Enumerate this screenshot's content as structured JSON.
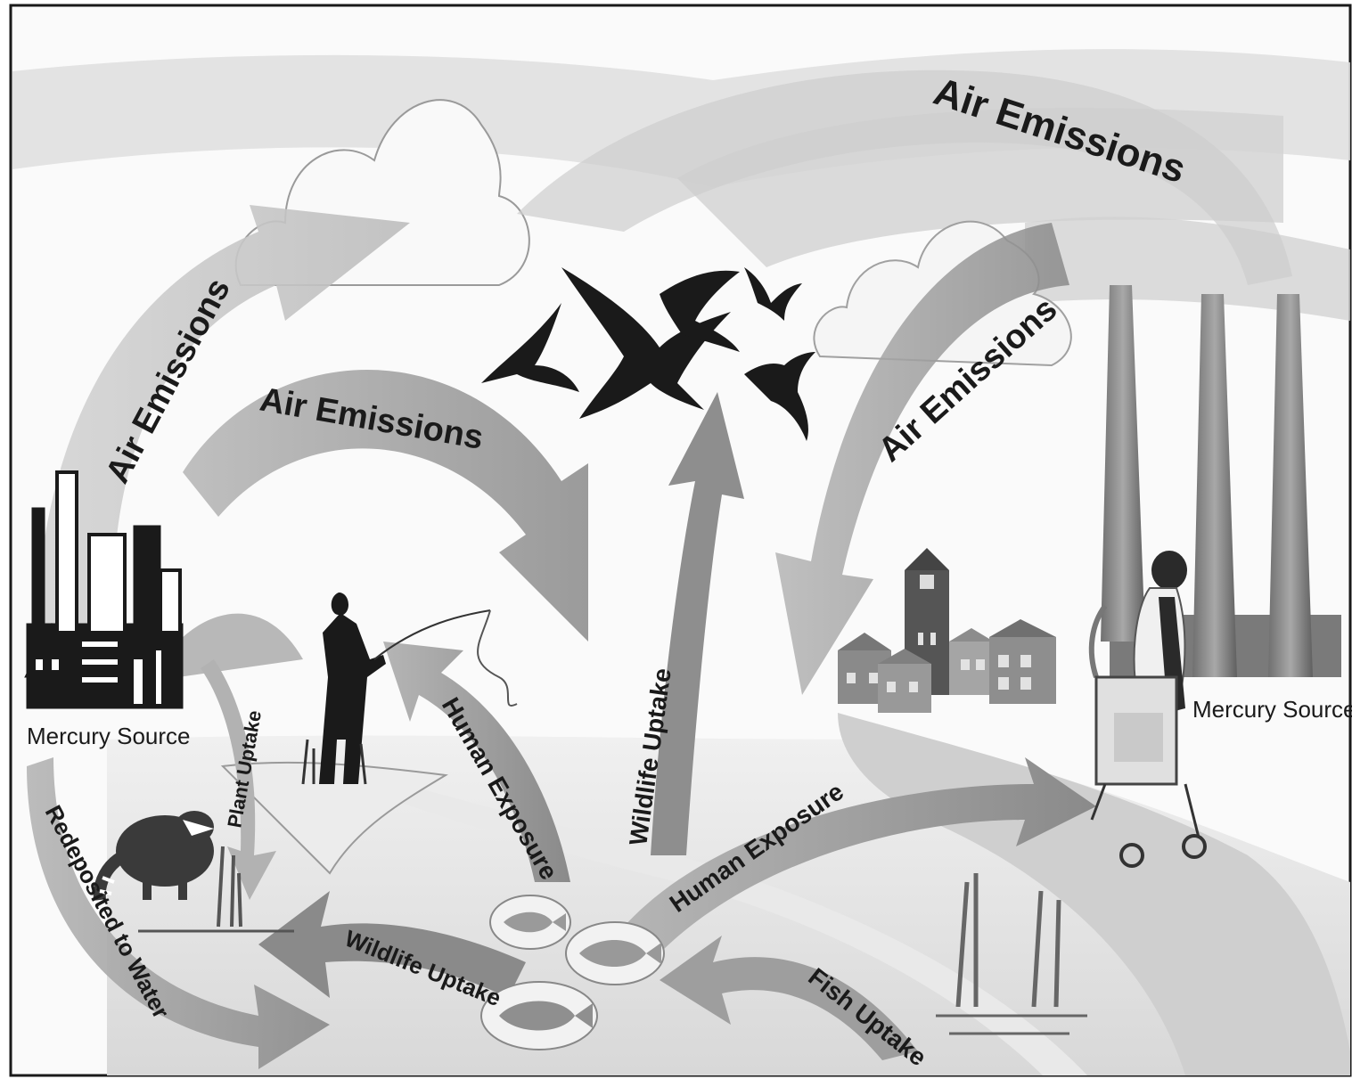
{
  "labels": {
    "air_emissions_top_right": "Air Emissions",
    "air_emissions_left_arc": "Air Emissions",
    "air_emissions_middle_left": "Air Emissions",
    "air_emissions_middle_right": "Air Emissions",
    "mercury_source_left": "Mercury Source",
    "mercury_source_right": "Mercury Source",
    "human_exposure_fisher": "Human Exposure",
    "human_exposure_town": "Human Exposure",
    "wildlife_uptake_birds": "Wildlife Uptake",
    "wildlife_uptake_raccoon": "Wildlife Uptake",
    "plant_uptake": "Plant Uptake",
    "fish_uptake": "Fish Uptake",
    "redeposition_to_water": "Redeposited to Water"
  },
  "colors": {
    "background": "#ffffff",
    "frame": "#1a1a1a",
    "sky_band": "#dcdcdc",
    "arrow_light": "#c8c8c8",
    "arrow_mid": "#a9a9a9",
    "arrow_dark": "#8c8c8c",
    "silhouette": "#1a1a1a",
    "water": "#e6e6e6",
    "cloud": "#f7f7f7"
  },
  "icons": {
    "left_source": "city-skyline-icon",
    "right_source": "smokestacks-icon",
    "birds": "swallow-birds-icon",
    "fisher": "fisherman-silhouette-icon",
    "raccoon": "raccoon-icon",
    "fish": "fish-icon",
    "town": "schoolhouse-town-icon",
    "woman": "woman-with-stroller-icon",
    "cloud": "cloud-icon",
    "reeds": "reeds-icon"
  }
}
